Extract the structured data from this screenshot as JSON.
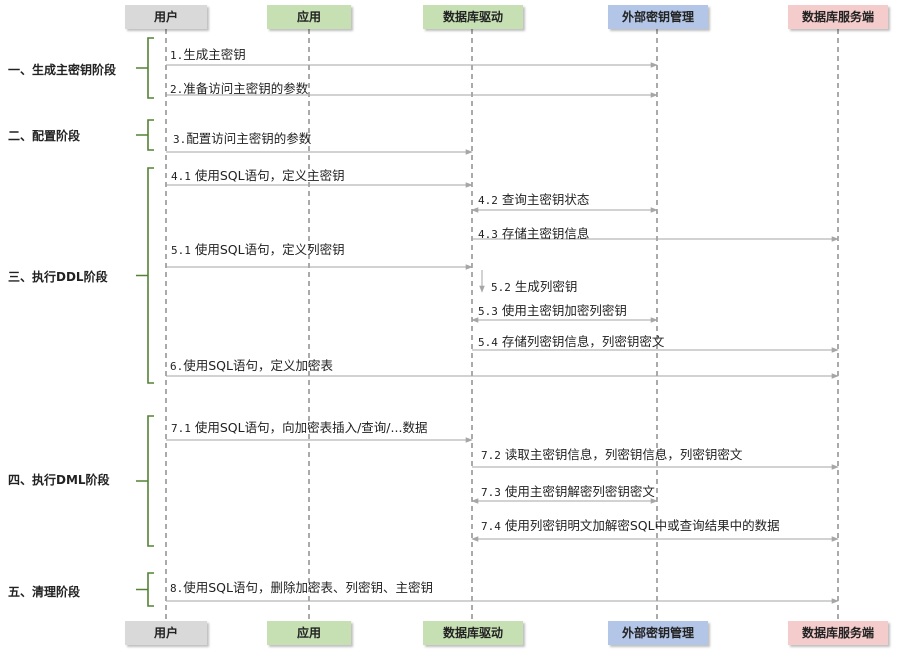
{
  "colors": {
    "user": "#d9d9d9",
    "app": "#c6e0b4",
    "driver": "#c6e0b4",
    "kms": "#b4c6e7",
    "server": "#f4cccc",
    "bracket": "#548235",
    "lifeline": "#555555",
    "arrow": "#a6a6a6"
  },
  "actors": [
    {
      "id": "user",
      "label": "用户"
    },
    {
      "id": "app",
      "label": "应用"
    },
    {
      "id": "driver",
      "label": "数据库驱动"
    },
    {
      "id": "kms",
      "label": "外部密钥管理"
    },
    {
      "id": "server",
      "label": "数据库服务端"
    }
  ],
  "phases": [
    {
      "label": "一、生成主密钥阶段"
    },
    {
      "label": "二、配置阶段"
    },
    {
      "label": "三、执行DDL阶段"
    },
    {
      "label": "四、执行DML阶段"
    },
    {
      "label": "五、清理阶段"
    }
  ],
  "messages": [
    {
      "num": "1.",
      "text": "生成主密钥",
      "from": "user",
      "to": "kms"
    },
    {
      "num": "2.",
      "text": "准备访问主密钥的参数",
      "from": "user",
      "to": "kms"
    },
    {
      "num": "3.",
      "text": "配置访问主密钥的参数",
      "from": "user",
      "to": "driver"
    },
    {
      "num": "4.1",
      "text": "使用SQL语句，定义主密钥",
      "from": "user",
      "to": "driver"
    },
    {
      "num": "4.2",
      "text": "查询主密钥状态",
      "from": "driver",
      "to": "kms",
      "both": true
    },
    {
      "num": "4.3",
      "text": "存储主密钥信息",
      "from": "driver",
      "to": "server"
    },
    {
      "num": "5.1",
      "text": "使用SQL语句，定义列密钥",
      "from": "user",
      "to": "driver"
    },
    {
      "num": "5.2",
      "text": "生成列密钥",
      "from": "driver",
      "to": "driver",
      "self": true
    },
    {
      "num": "5.3",
      "text": "使用主密钥加密列密钥",
      "from": "driver",
      "to": "kms",
      "both": true
    },
    {
      "num": "5.4",
      "text": "存储列密钥信息，列密钥密文",
      "from": "driver",
      "to": "server"
    },
    {
      "num": "6.",
      "text": "使用SQL语句，定义加密表",
      "from": "user",
      "to": "server"
    },
    {
      "num": "7.1",
      "text": "使用SQL语句，向加密表插入/查询/...数据",
      "from": "user",
      "to": "driver"
    },
    {
      "num": "7.2",
      "text": "读取主密钥信息，列密钥信息，列密钥密文",
      "from": "driver",
      "to": "server"
    },
    {
      "num": "7.3",
      "text": "使用主密钥解密列密钥密文",
      "from": "driver",
      "to": "kms",
      "both": true
    },
    {
      "num": "7.4",
      "text": "使用列密钥明文加解密SQL中或查询结果中的数据",
      "from": "driver",
      "to": "server",
      "both": true
    },
    {
      "num": "8.",
      "text": "使用SQL语句，删除加密表、列密钥、主密钥",
      "from": "user",
      "to": "server"
    }
  ]
}
